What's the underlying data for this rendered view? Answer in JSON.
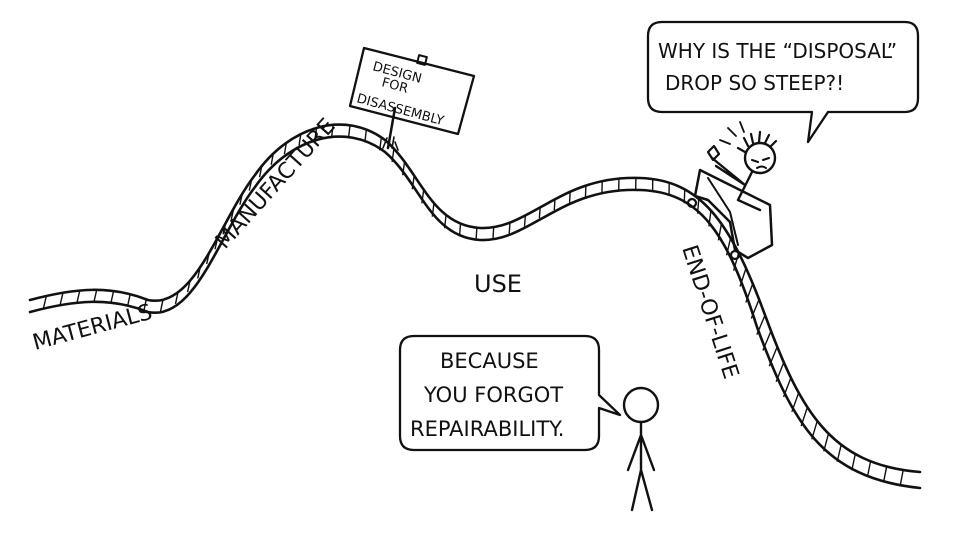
{
  "track": {
    "labels": {
      "materials": "MATERIALS",
      "manufacture": "MANUFACTURE",
      "use": "USE",
      "end_of_life": "END-OF-LIFE"
    }
  },
  "sign": {
    "line1": "DESIGN",
    "line2": "FOR",
    "line3": "DISASSEMBLY"
  },
  "rider_bubble": {
    "line1": "WHY IS THE “DISPOSAL”",
    "line2": "DROP SO STEEP?!"
  },
  "stick_bubble": {
    "line1": "BECAUSE",
    "line2": "YOU FORGOT",
    "line3": "REPAIRABILITY."
  },
  "colors": {
    "ink": "#111111",
    "paper": "#ffffff"
  }
}
